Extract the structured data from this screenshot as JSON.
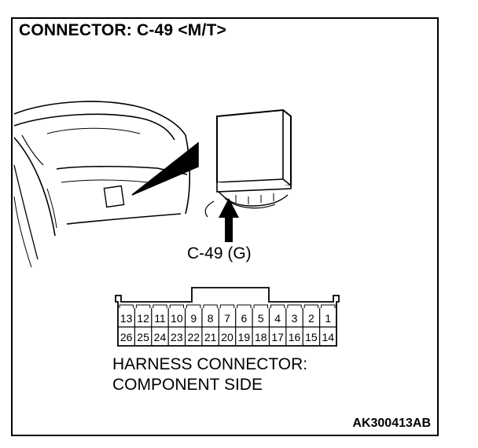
{
  "title": "CONNECTOR: C-49 <M/T>",
  "callout_label": "C-49 (G)",
  "caption_line1": "HARNESS CONNECTOR:",
  "caption_line2": "COMPONENT SIDE",
  "figure_code": "AK300413AB",
  "connector": {
    "top_row": [
      "13",
      "12",
      "11",
      "10",
      "9",
      "8",
      "7",
      "6",
      "5",
      "4",
      "3",
      "2",
      "1"
    ],
    "bottom_row": [
      "26",
      "25",
      "24",
      "23",
      "22",
      "21",
      "20",
      "19",
      "18",
      "17",
      "16",
      "15",
      "14"
    ]
  },
  "icons": [
    "dashboard-illustration-icon",
    "ecu-module-icon",
    "arrow-up-icon"
  ]
}
